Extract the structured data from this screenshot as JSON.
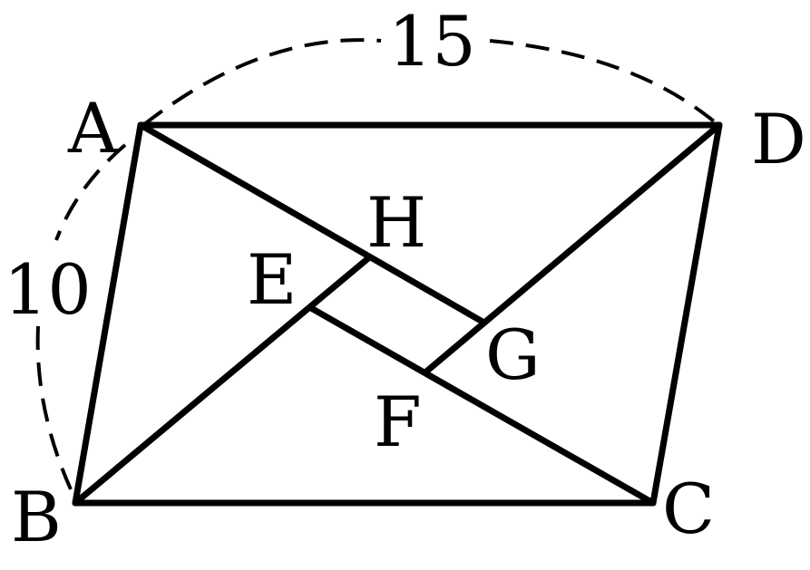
{
  "figure": {
    "vertices": {
      "A": "A",
      "B": "B",
      "C": "C",
      "D": "D",
      "E": "E",
      "F": "F",
      "G": "G",
      "H": "H"
    },
    "dimensions": {
      "top": "15",
      "left": "10"
    },
    "colors": {
      "stroke": "#000000",
      "background": "#ffffff"
    }
  }
}
